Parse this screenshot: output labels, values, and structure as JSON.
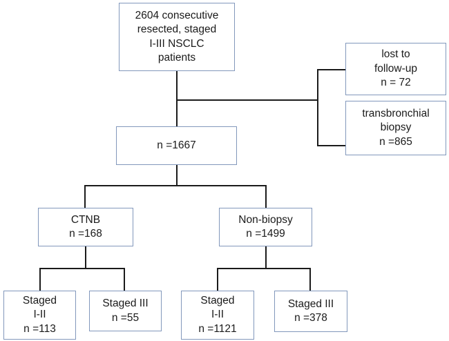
{
  "diagram": {
    "title": "NSCLC patient cohort flow diagram",
    "type": "flowchart",
    "border_color": "#8197bb",
    "connector_color": "#1a1a1a",
    "background_color": "#ffffff"
  },
  "nodes": {
    "cohort": {
      "name": "source-cohort",
      "lines": [
        "2604 consecutive",
        "resected, staged",
        "I-III NSCLC",
        "patients"
      ],
      "count": 2604
    },
    "lost": {
      "name": "lost-to-followup",
      "lines": [
        "lost to",
        "follow-up",
        "n = 72"
      ],
      "count": 72
    },
    "transbronchial": {
      "name": "transbronchial-biopsy",
      "lines": [
        "transbronchial",
        "biopsy",
        "n =865"
      ],
      "count": 865
    },
    "included": {
      "name": "included-cohort",
      "lines": [
        "n =1667"
      ],
      "count": 1667
    },
    "ctnb": {
      "name": "ctnb-group",
      "lines": [
        "CTNB",
        "n =168"
      ],
      "count": 168
    },
    "nonbiopsy": {
      "name": "non-biopsy-group",
      "lines": [
        "Non-biopsy",
        "n =1499"
      ],
      "count": 1499
    },
    "ctnb_stage12": {
      "name": "ctnb-staged-i-ii",
      "lines": [
        "Staged",
        "I-II",
        "n =113"
      ],
      "count": 113
    },
    "ctnb_stage3": {
      "name": "ctnb-staged-iii",
      "lines": [
        "Staged III",
        "n =55"
      ],
      "count": 55
    },
    "nonbiopsy_stage12": {
      "name": "non-biopsy-staged-i-ii",
      "lines": [
        "Staged",
        "I-II",
        "n =1121"
      ],
      "count": 1121
    },
    "nonbiopsy_stage3": {
      "name": "non-biopsy-staged-iii",
      "lines": [
        "Staged III",
        "n =378"
      ],
      "count": 378
    }
  }
}
